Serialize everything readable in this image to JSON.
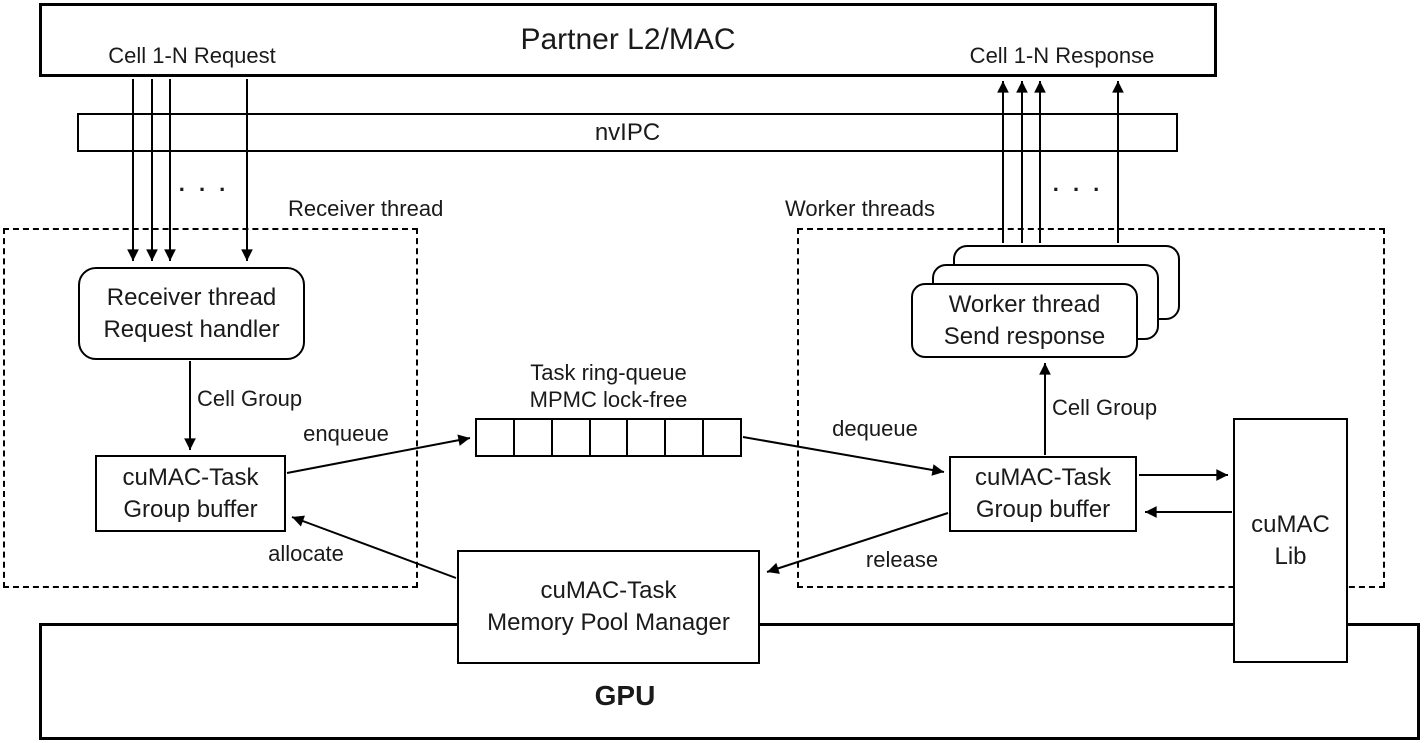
{
  "colors": {
    "line": "#000000",
    "background": "#ffffff",
    "text": "#1a1a1a"
  },
  "partner": {
    "title": "Partner L2/MAC",
    "request_label": "Cell 1-N Request",
    "response_label": "Cell 1-N Response"
  },
  "nvipc": {
    "label": "nvIPC"
  },
  "regions": {
    "receiver": {
      "label": "Receiver thread"
    },
    "worker": {
      "label": "Worker threads"
    }
  },
  "nodes": {
    "receiver_handler": {
      "line1": "Receiver thread",
      "line2": "Request handler"
    },
    "worker_thread": {
      "line1": "Worker thread",
      "line2": "Send response"
    },
    "left_buffer": {
      "line1": "cuMAC-Task",
      "line2": "Group buffer"
    },
    "right_buffer": {
      "line1": "cuMAC-Task",
      "line2": "Group buffer"
    },
    "ring_queue": {
      "title_line1": "Task ring-queue",
      "title_line2": "MPMC lock-free",
      "cells": 7
    },
    "memory_pool": {
      "line1": "cuMAC-Task",
      "line2": "Memory Pool Manager"
    },
    "cumac_lib": {
      "line1": "cuMAC",
      "line2": "Lib"
    },
    "gpu": {
      "label": "GPU"
    }
  },
  "edges": {
    "enqueue": "enqueue",
    "dequeue": "dequeue",
    "allocate": "allocate",
    "release": "release",
    "cell_group_left": "Cell Group",
    "cell_group_right": "Cell Group",
    "ellipsis_left": ". . .",
    "ellipsis_right": ". . ."
  }
}
